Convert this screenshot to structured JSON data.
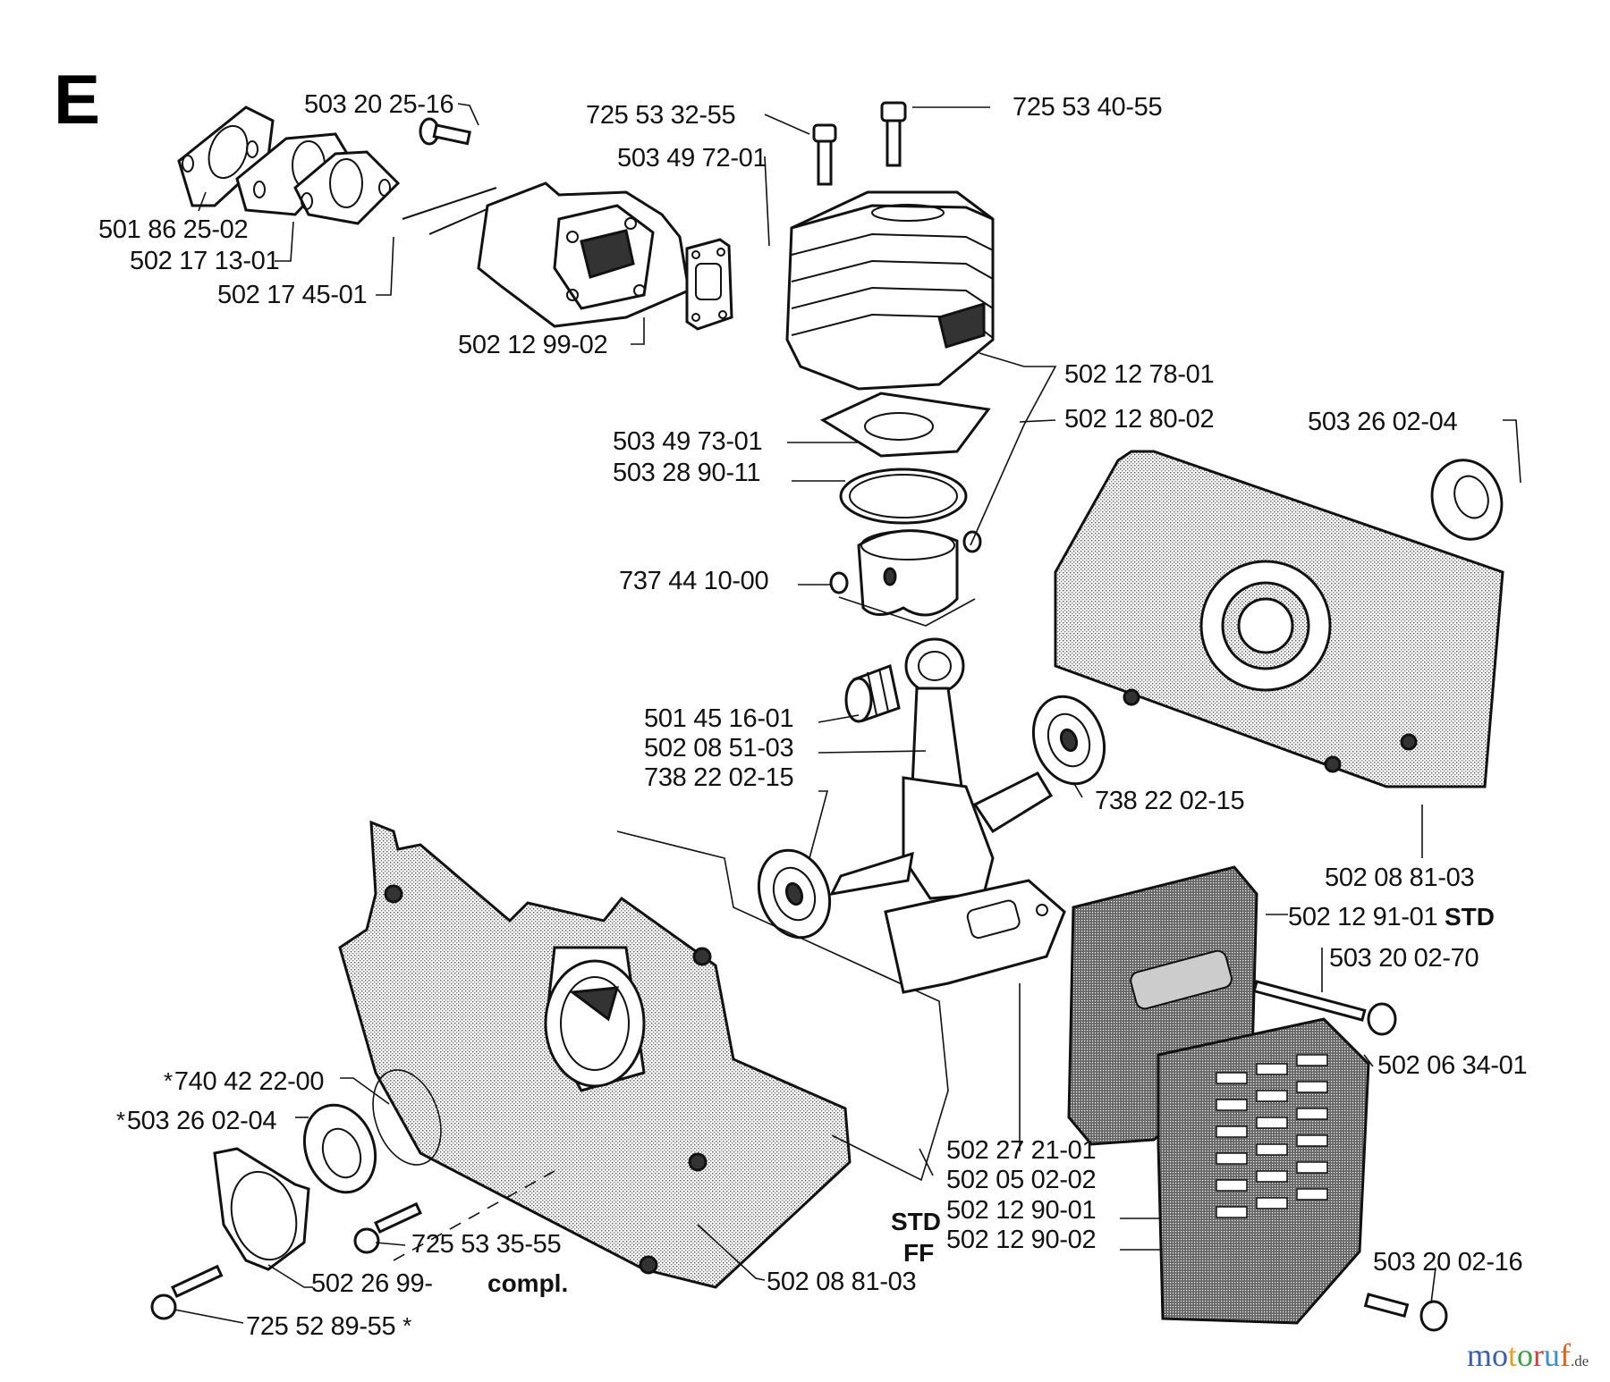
{
  "diagram": {
    "section_letter": "E",
    "title": "Exploded parts diagram – cylinder, piston, crankshaft, crankcase and muffler",
    "labels": {
      "intake_bolt": "503 20 25-16",
      "intake_gasket_1": "501 86 25-02",
      "intake_flange": "502 17 13-01",
      "intake_gasket_2": "502 17 45-01",
      "screw_small": "725 53 32-55",
      "muffler_gasket_top": "503 49 72-01",
      "cylinder_screw": "725 53 40-55",
      "intake_manifold": "502 12 99-02",
      "cylinder": "502 12 78-01",
      "piston_kit": "502 12 80-02",
      "oil_seal_right": "503 26 02-04",
      "cylinder_gasket": "503 49 73-01",
      "piston_ring": "503 28 90-11",
      "circlip": "737 44 10-00",
      "needle_bearing": "501 45 16-01",
      "crankshaft": "502 08 51-03",
      "ball_bearing_left": "738 22 02-15",
      "ball_bearing_right": "738 22 02-15",
      "crankcase_right": "502 08 81-03",
      "muffler": "502 12 91-01",
      "muffler_qualifier": "STD",
      "muffler_bolt": "503 20 02-70",
      "muffler_screen_nut": "502 06 34-01",
      "oring": "740 42 22-00",
      "oil_seal_left": "503 26 02-04",
      "muffler_gasket": "502 27 21-01",
      "heat_shield": "502 05 02-02",
      "muffler_cover_std": "502 12 90-01",
      "muffler_cover_ff": "502 12 90-02",
      "std_qualifier": "STD",
      "ff_qualifier": "FF",
      "bearing_screw": "725 53 35-55",
      "crankcase_bottom": "502 08 81-03",
      "bearing_cover": "502 26 99-",
      "compl_note": "compl.",
      "cover_screw": "725 52 89-55",
      "muffler_screw_bottom": "503 20 02-16"
    },
    "asterisk": "*"
  },
  "watermark": {
    "letters": [
      "m",
      "o",
      "t",
      "o",
      "r",
      "u",
      "f"
    ],
    "colors": [
      "#3a5fb0",
      "#3a5fb0",
      "#e0a020",
      "#3aa040",
      "#d04040",
      "#3a8fd0",
      "#e06020"
    ],
    "tld": ".de"
  }
}
